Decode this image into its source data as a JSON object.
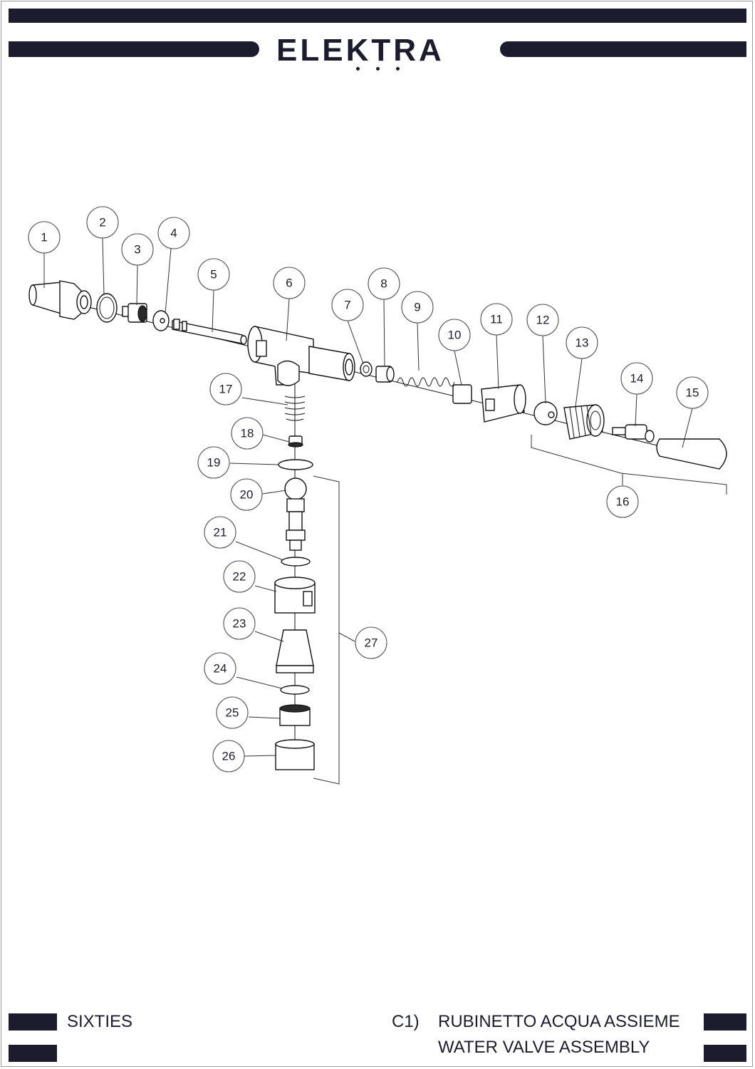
{
  "brand": {
    "name": "ELEKTRA"
  },
  "footer": {
    "model": "SIXTIES",
    "code": "C1)",
    "title_it": "RUBINETTO ACQUA ASSIEME",
    "title_en": "WATER VALVE ASSEMBLY"
  },
  "callouts": [
    "1",
    "2",
    "3",
    "4",
    "5",
    "6",
    "7",
    "8",
    "9",
    "10",
    "11",
    "12",
    "13",
    "14",
    "15",
    "16",
    "17",
    "18",
    "19",
    "20",
    "21",
    "22",
    "23",
    "24",
    "25",
    "26",
    "27"
  ]
}
